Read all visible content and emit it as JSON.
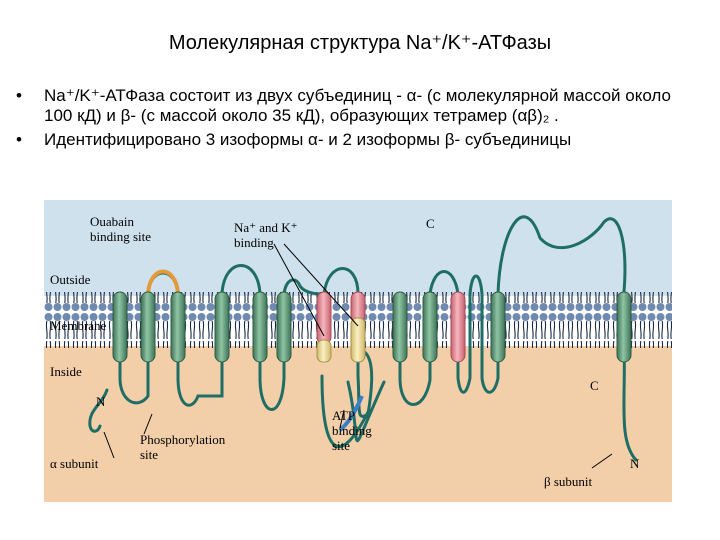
{
  "slide": {
    "title": "Молекулярная структура Na⁺/K⁺-АТФазы",
    "bullets": [
      "Na⁺/K⁺-АТФаза состоит из двух субъединиц - α- (с молекулярной массой около 100 кД) и β- (с массой около 35 кД), образующих тетрамер (αβ)₂ .",
      "Идентифицировано 3 изоформы α- и 2 изоформы β- субъединицы"
    ],
    "bullet_symbol": "•"
  },
  "figure": {
    "labels": {
      "ouabain": [
        "Ouabain",
        "binding site"
      ],
      "na_k": [
        "Na⁺ and K⁺",
        "binding"
      ],
      "outside": "Outside",
      "membrane": "Membrane",
      "inside": "Inside",
      "n_alpha": "N",
      "c_alpha": "C",
      "c_beta": "C",
      "n_beta": "N",
      "alpha_subunit": "α subunit",
      "phosphorylation": [
        "Phosphorylation",
        "site"
      ],
      "atp": [
        "ATP",
        "binding",
        "site"
      ],
      "beta_subunit": "β subunit"
    },
    "colors": {
      "outside_bg": "#cfe1ec",
      "inside_bg": "#f2cfa9",
      "membrane_head": "#6f8ab0",
      "membrane_tail": "#1a2a44",
      "helix_green": "#5e9a77",
      "helix_red": "#e98a96",
      "helix_yellow": "#efdf9c",
      "chain": "#1f6e66",
      "ouabain_arc": "#e39a3a",
      "atp_segment": "#3b7fc4"
    }
  }
}
